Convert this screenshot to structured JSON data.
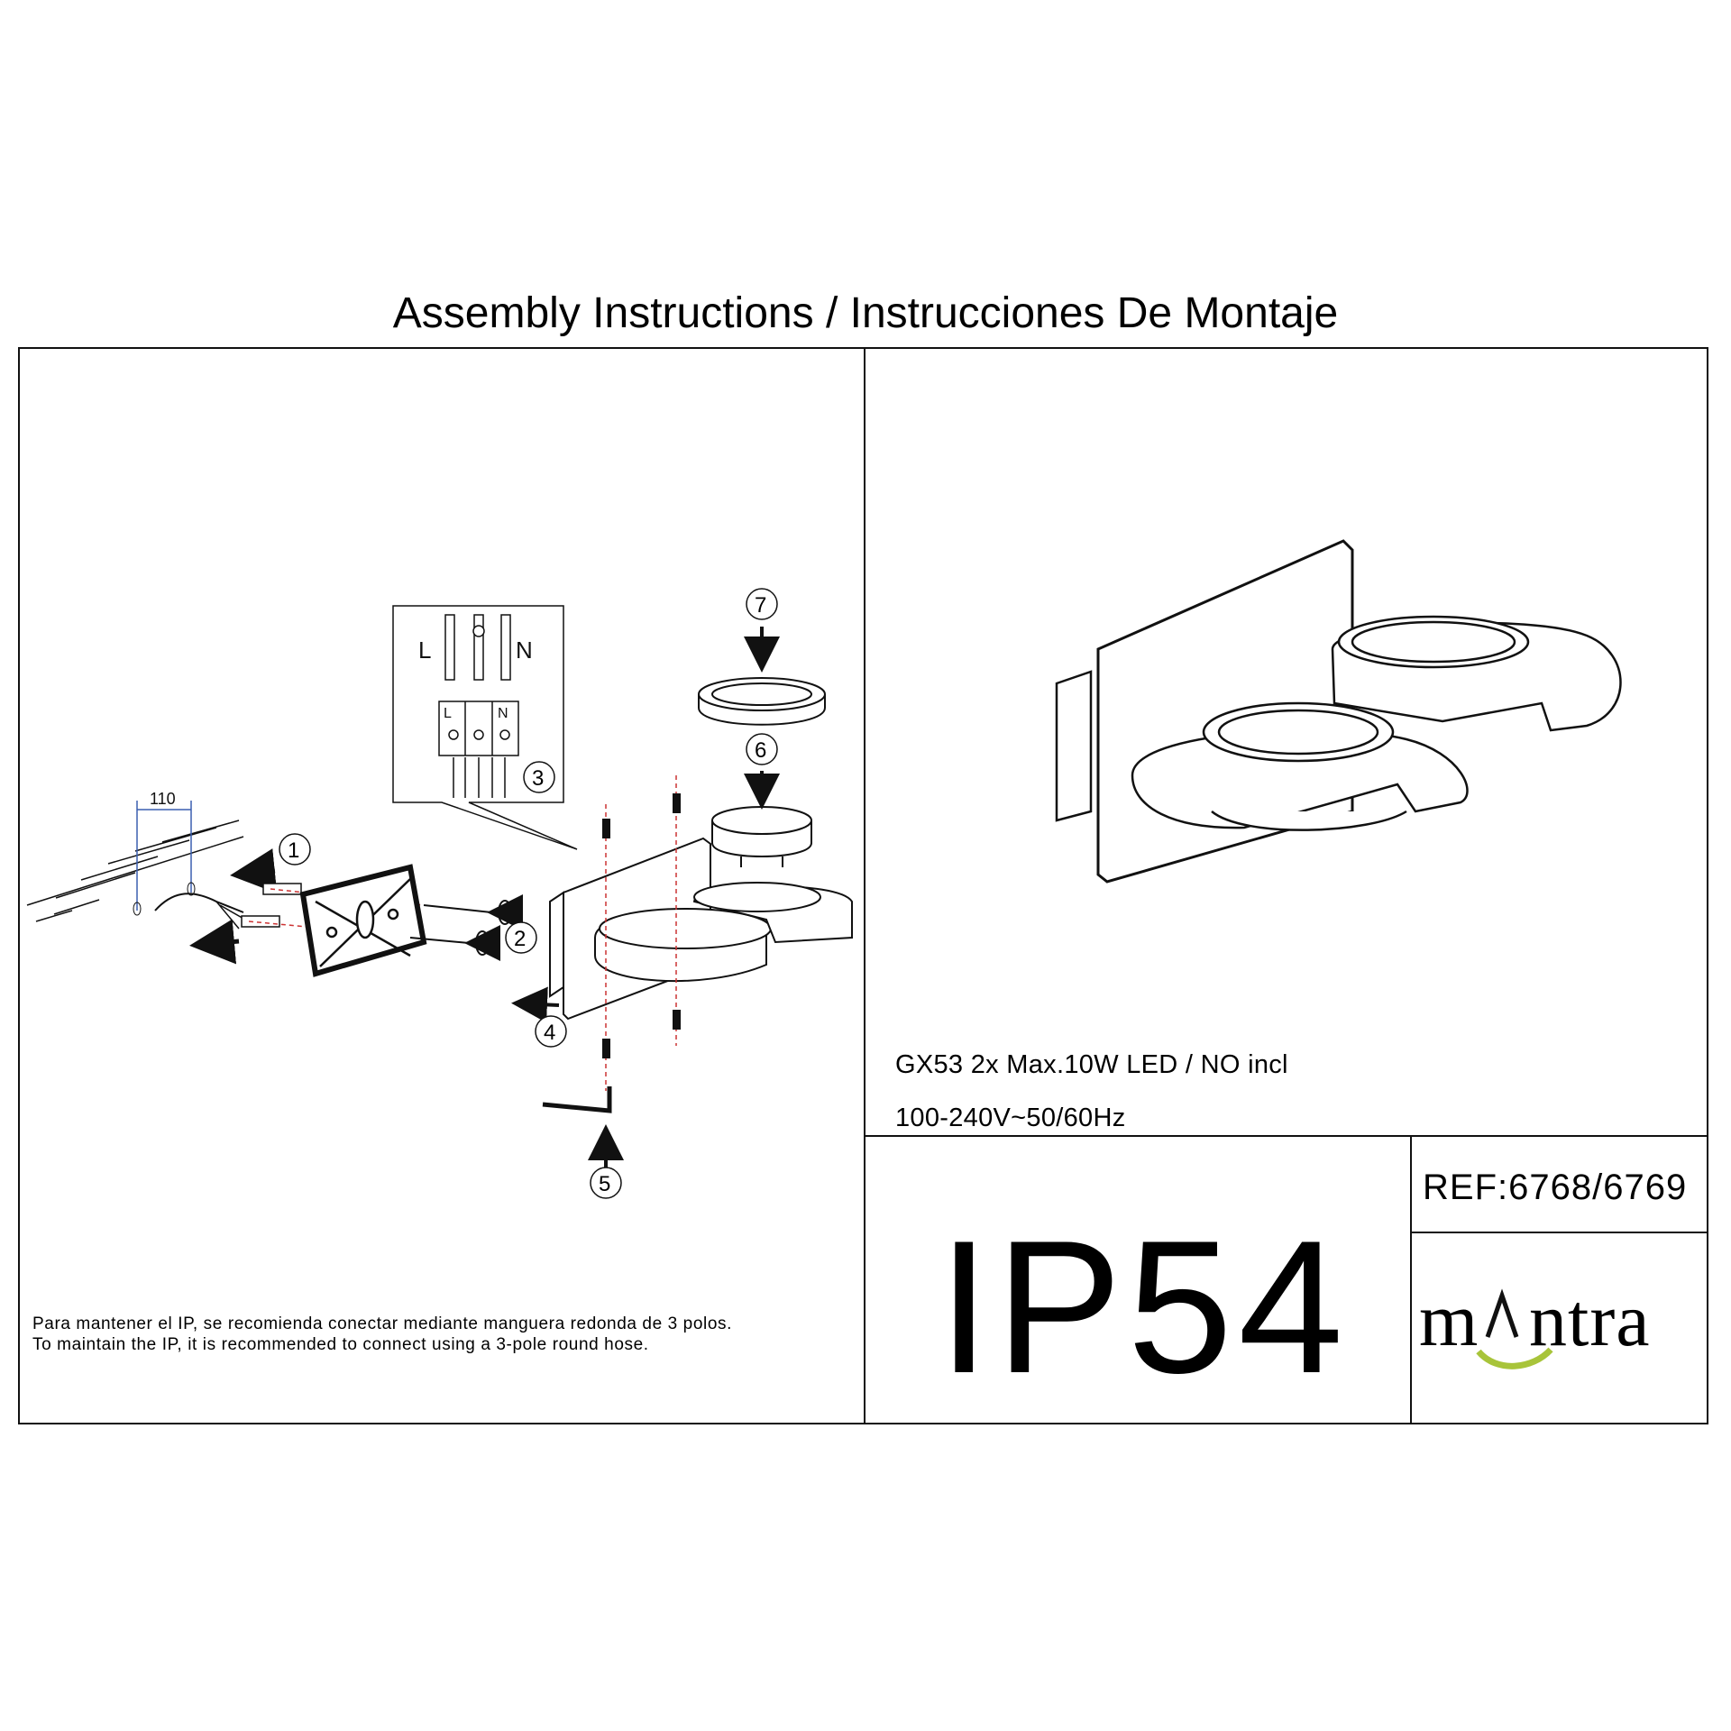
{
  "document": {
    "title": "Assembly Instructions / Instrucciones De Montaje"
  },
  "wiring": {
    "label_live": "L",
    "label_neutral": "N",
    "terminal_live": "L",
    "terminal_neutral": "N"
  },
  "dimension": {
    "spacing": "110"
  },
  "steps": [
    "1",
    "2",
    "3",
    "4",
    "5",
    "6",
    "7"
  ],
  "specs": {
    "bulb": "GX53 2x Max.10W LED / NO incl",
    "voltage": "100-240V~50/60Hz"
  },
  "rating": {
    "ip": "IP54"
  },
  "reference": {
    "ref": "REF:6768/6769"
  },
  "brand": {
    "name_left": "m",
    "name_right": "ntra",
    "accent_color": "#a8c43a"
  },
  "note": {
    "es": "Para mantener el IP, se recomienda conectar mediante manguera redonda de 3 polos.",
    "en": "To maintain the IP, it is recommended to connect using a 3-pole round hose."
  }
}
